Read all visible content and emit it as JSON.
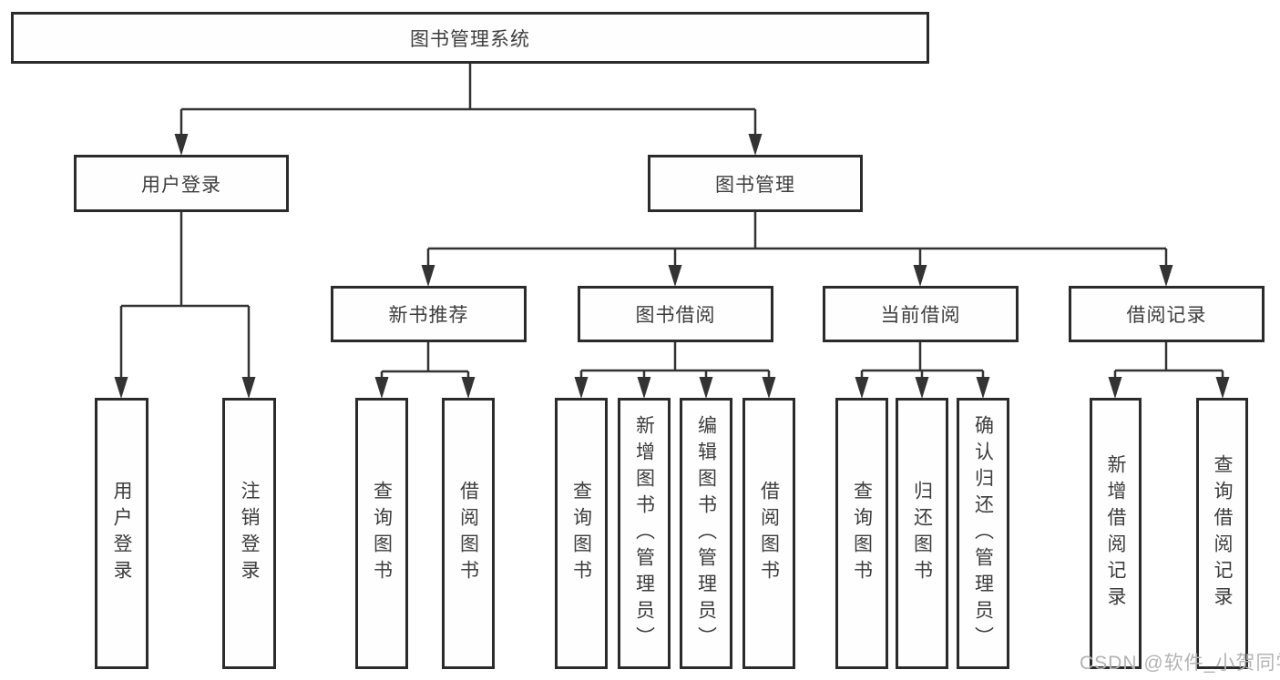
{
  "diagram": {
    "title": "图书管理系统",
    "root": {
      "label": "图书管理系统"
    },
    "level2": [
      {
        "label": "用户登录"
      },
      {
        "label": "图书管理"
      }
    ],
    "level3": [
      {
        "label": "新书推荐",
        "parent": "图书管理"
      },
      {
        "label": "图书借阅",
        "parent": "图书管理"
      },
      {
        "label": "当前借阅",
        "parent": "图书管理"
      },
      {
        "label": "借阅记录",
        "parent": "图书管理"
      }
    ],
    "leaves": [
      {
        "label": "用户登录",
        "parent": "用户登录"
      },
      {
        "label": "注销登录",
        "parent": "用户登录"
      },
      {
        "label": "查询图书",
        "parent": "新书推荐"
      },
      {
        "label": "借阅图书",
        "parent": "新书推荐"
      },
      {
        "label": "查询图书",
        "parent": "图书借阅"
      },
      {
        "label": "新增图书（管理员）",
        "parent": "图书借阅"
      },
      {
        "label": "编辑图书（管理员）",
        "parent": "图书借阅"
      },
      {
        "label": "借阅图书",
        "parent": "图书借阅"
      },
      {
        "label": "查询图书",
        "parent": "当前借阅"
      },
      {
        "label": "归还图书",
        "parent": "当前借阅"
      },
      {
        "label": "确认归还（管理员）",
        "parent": "当前借阅"
      },
      {
        "label": "新增借阅记录",
        "parent": "借阅记录"
      },
      {
        "label": "查询借阅记录",
        "parent": "借阅记录"
      }
    ]
  },
  "watermark": "CSDN @软件_小贺同学",
  "colors": {
    "line": "#333333",
    "box_border": "#2b2b2b",
    "text": "#3d3d3d",
    "watermark": "#b3b3b3",
    "background": "#ffffff"
  }
}
